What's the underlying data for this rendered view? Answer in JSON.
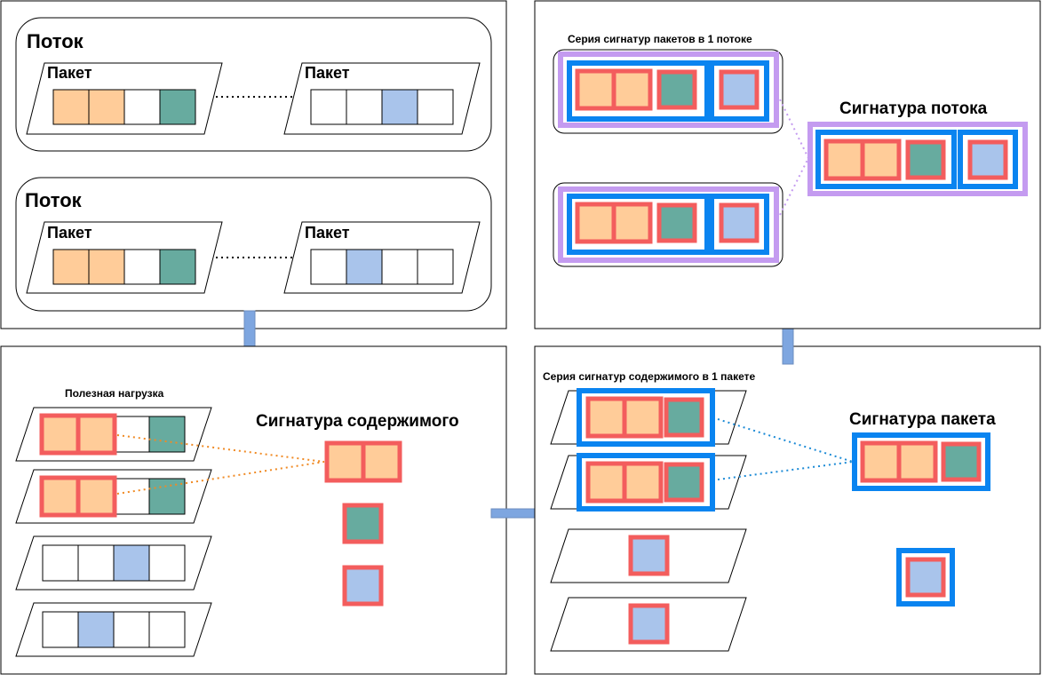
{
  "colors": {
    "orange": "#FFCC99",
    "teal": "#67AB9F",
    "blue": "#A9C4EB",
    "red_border": "#F35D5D",
    "blue_border": "#0A84F0",
    "purple_border": "#C49BF0",
    "arrow": "#7EA6E0",
    "dot_orange": "#F08A24",
    "dot_blue": "#1B8AD6",
    "dot_purple": "#C49BF0"
  },
  "panel_flows": {
    "flow1_label": "Поток",
    "flow2_label": "Поток",
    "packet_label": "Пакет"
  },
  "panel_payload": {
    "payload_label": "Полезная нагрузка",
    "content_sig_label": "Сигнатура содержимого"
  },
  "panel_packet_sig": {
    "series_label": "Серия сигнатур содержимого в 1 пакете",
    "packet_sig_label": "Сигнатура пакета"
  },
  "panel_flow_sig": {
    "series_label": "Серия сигнатур пакетов в 1 потоке",
    "flow_sig_label": "Сигнатура потока"
  },
  "icons": [
    "arrow-down-icon",
    "arrow-right-icon",
    "arrow-up-icon"
  ]
}
